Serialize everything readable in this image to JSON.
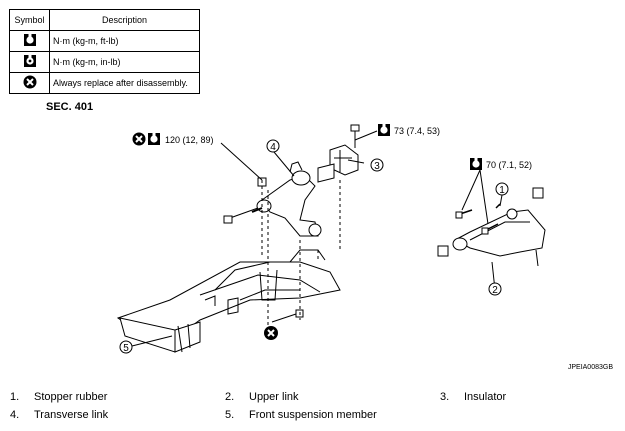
{
  "legend": {
    "header_symbol": "Symbol",
    "header_description": "Description",
    "rows": [
      {
        "icon": "torque-wrench-icon",
        "description": "N·m (kg-m, ft-lb)"
      },
      {
        "icon": "torque-wrench-small-icon",
        "description": "N·m (kg-m, in-lb)"
      },
      {
        "icon": "replace-x-icon",
        "description": "Always replace after disassembly."
      }
    ]
  },
  "section": "SEC. 401",
  "torques": {
    "t120": "120 (12, 89)",
    "t73": "73 (7.4, 53)",
    "t70": "70 (7.1, 52)"
  },
  "callouts": [
    "1",
    "2",
    "3",
    "4",
    "5"
  ],
  "figure_code": "JPEIA0083GB",
  "parts": [
    {
      "num": "1.",
      "name": "Stopper rubber"
    },
    {
      "num": "2.",
      "name": "Upper link"
    },
    {
      "num": "3.",
      "name": "Insulator"
    },
    {
      "num": "4.",
      "name": "Transverse link"
    },
    {
      "num": "5.",
      "name": "Front suspension member"
    }
  ]
}
